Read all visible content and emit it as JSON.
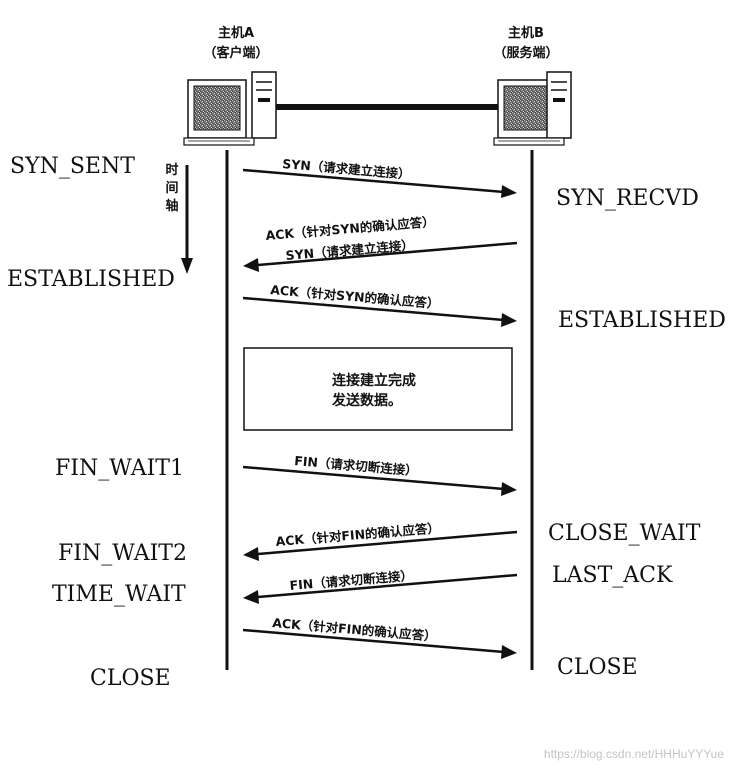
{
  "hosts": {
    "a": {
      "name": "主机A",
      "role": "（客户端）"
    },
    "b": {
      "name": "主机B",
      "role": "（服务端）"
    }
  },
  "time_axis": {
    "label": [
      "时",
      "间",
      "轴"
    ]
  },
  "client_states": [
    "SYN_SENT",
    "ESTABLISHED",
    "FIN_WAIT1",
    "FIN_WAIT2",
    "TIME_WAIT",
    "CLOSE"
  ],
  "server_states": [
    "SYN_RECVD",
    "ESTABLISHED",
    "CLOSE_WAIT",
    "LAST_ACK",
    "CLOSE"
  ],
  "messages": [
    {
      "label": "SYN（请求建立连接）",
      "direction": "a-to-b"
    },
    {
      "label": "ACK（针对SYN的确认应答）",
      "direction": "b-to-a"
    },
    {
      "label": "SYN（请求建立连接）",
      "direction": "b-to-a"
    },
    {
      "label": "ACK（针对SYN的确认应答）",
      "direction": "a-to-b"
    },
    {
      "label": "FIN（请求切断连接）",
      "direction": "a-to-b"
    },
    {
      "label": "ACK（针对FIN的确认应答）",
      "direction": "b-to-a"
    },
    {
      "label": "FIN（请求切断连接）",
      "direction": "b-to-a"
    },
    {
      "label": "ACK（针对FIN的确认应答）",
      "direction": "a-to-b"
    }
  ],
  "data_box": {
    "lines": [
      "连接建立完成",
      "发送数据。"
    ]
  },
  "watermark": "https://blog.csdn.net/HHHuYYYue"
}
